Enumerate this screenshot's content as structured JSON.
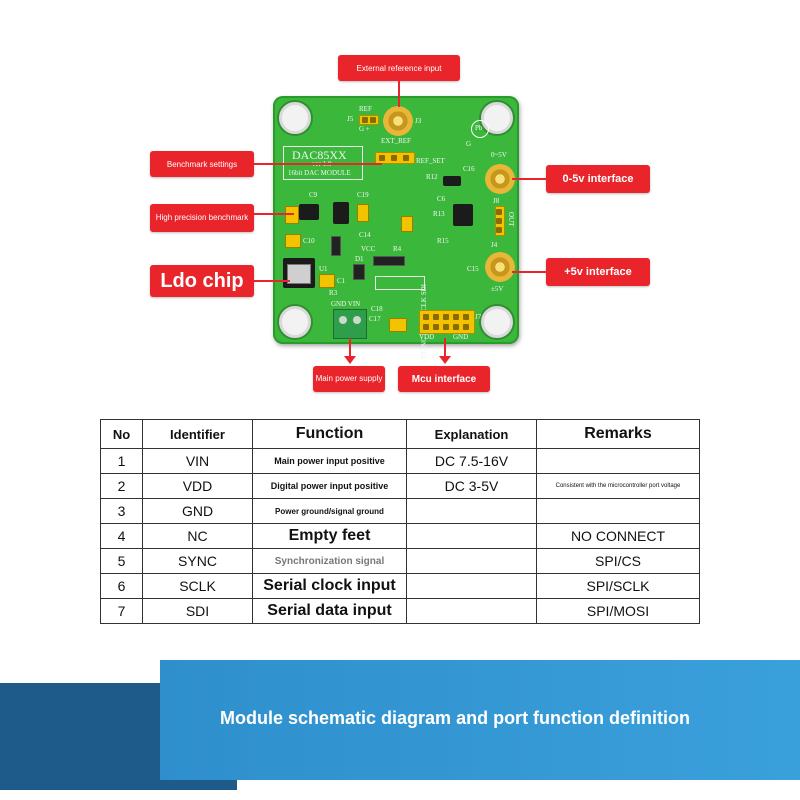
{
  "colors": {
    "board": "#3bb83b",
    "callout": "#e9242a",
    "banner": "#3aa0dc",
    "banner_dark": "#1e5a8a"
  },
  "board": {
    "title": "DAC85XX",
    "subtitle1": "ver 1.0",
    "subtitle2": "16bit DAC MODULE",
    "labels": {
      "ref": "REF",
      "j5": "J5",
      "g_plus": "G  +",
      "ext_ref": "EXT_REF",
      "j3": "J3",
      "ref_set": "REF_SET",
      "zero_5v": "0~5V",
      "pm5v": "±5V",
      "out": "OUT",
      "j8": "J8",
      "j4": "J4",
      "vin_bot": "GND VIN",
      "vdd_bot": "VDD",
      "gnd_bot": "GND",
      "header_pins": "VDD NC SYNC SCLK SDI",
      "j7": "J7",
      "c9": "C9",
      "c19": "C19",
      "c10": "C10",
      "c14": "C14",
      "vcc": "VCC",
      "d1": "D1",
      "u1": "U1",
      "c17": "C17",
      "c18": "C18",
      "r12": "R12",
      "c16": "C16",
      "c6": "C6",
      "r13": "R13",
      "r15": "R15",
      "c15": "C15",
      "r4": "R4",
      "c1": "C1",
      "r3": "R3",
      "pb": "Pb",
      "g": "G"
    }
  },
  "callouts": {
    "ext_ref": "External reference input",
    "benchmark": "Benchmark settings",
    "high_precision": "High precision benchmark",
    "ldo": "Ldo chip",
    "out_05v": "0-5v interface",
    "out_pm5v": "+5v interface",
    "main_power": "Main power supply",
    "mcu": "Mcu interface"
  },
  "table": {
    "headers": [
      "No",
      "Identifier",
      "Function",
      "Explanation",
      "Remarks"
    ],
    "rows": [
      {
        "no": "1",
        "id": "VIN",
        "function": "Main power input positive",
        "explanation": "DC 7.5-16V",
        "remarks": ""
      },
      {
        "no": "2",
        "id": "VDD",
        "function": "Digital power input positive",
        "explanation": "DC 3-5V",
        "remarks": "Consistent with the microcontroller port voltage"
      },
      {
        "no": "3",
        "id": "GND",
        "function": "Power ground/signal ground",
        "explanation": "",
        "remarks": ""
      },
      {
        "no": "4",
        "id": "NC",
        "function": "Empty feet",
        "explanation": "",
        "remarks": "NO CONNECT"
      },
      {
        "no": "5",
        "id": "SYNC",
        "function": "Synchronization signal",
        "explanation": "",
        "remarks": "SPI/CS"
      },
      {
        "no": "6",
        "id": "SCLK",
        "function": "Serial clock input",
        "explanation": "",
        "remarks": "SPI/SCLK"
      },
      {
        "no": "7",
        "id": "SDI",
        "function": "Serial data input",
        "explanation": "",
        "remarks": "SPI/MOSI"
      }
    ]
  },
  "banner": {
    "title": "Module schematic diagram and port function definition"
  }
}
